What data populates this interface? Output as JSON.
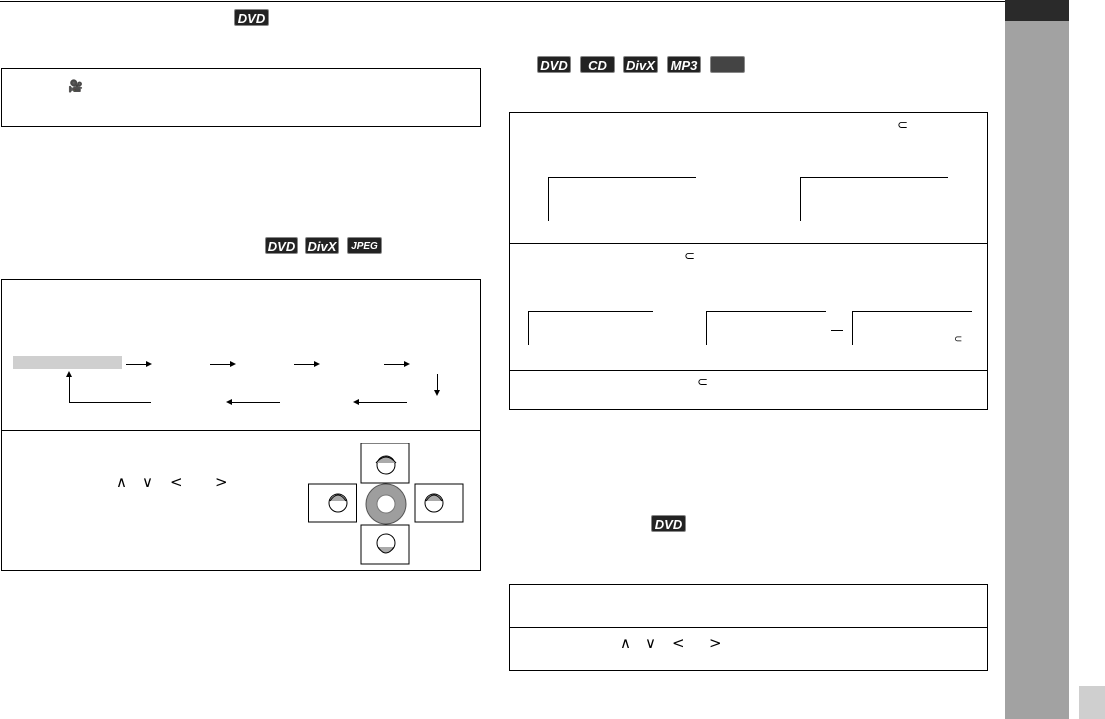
{
  "badges": {
    "top_left": "DVD",
    "section_right": [
      "DVD",
      "CD",
      "DivX",
      "MP3",
      ""
    ],
    "section_left": [
      "DVD",
      "DivX",
      "JPEG"
    ],
    "lower_right": "DVD"
  },
  "icons": {
    "angle": "camera-angle-icon",
    "repeat": "repeat-loop-icon",
    "remote_arrows": [
      "up-arrow-icon",
      "down-arrow-icon",
      "left-arrow-icon",
      "right-arrow-icon"
    ],
    "rotation_diagram": "picture-rotation-diagram"
  },
  "glyphs": {
    "angle_icon": "🎥",
    "loop": "⊂",
    "up": "∧",
    "down": "∨",
    "left": "<",
    "right": ">"
  },
  "colors": {
    "sidebar": "#a2a2a2",
    "sidebar_top": "#2a2a2a",
    "badge_bg": "#222222",
    "highlight": "#cfcfcf"
  }
}
